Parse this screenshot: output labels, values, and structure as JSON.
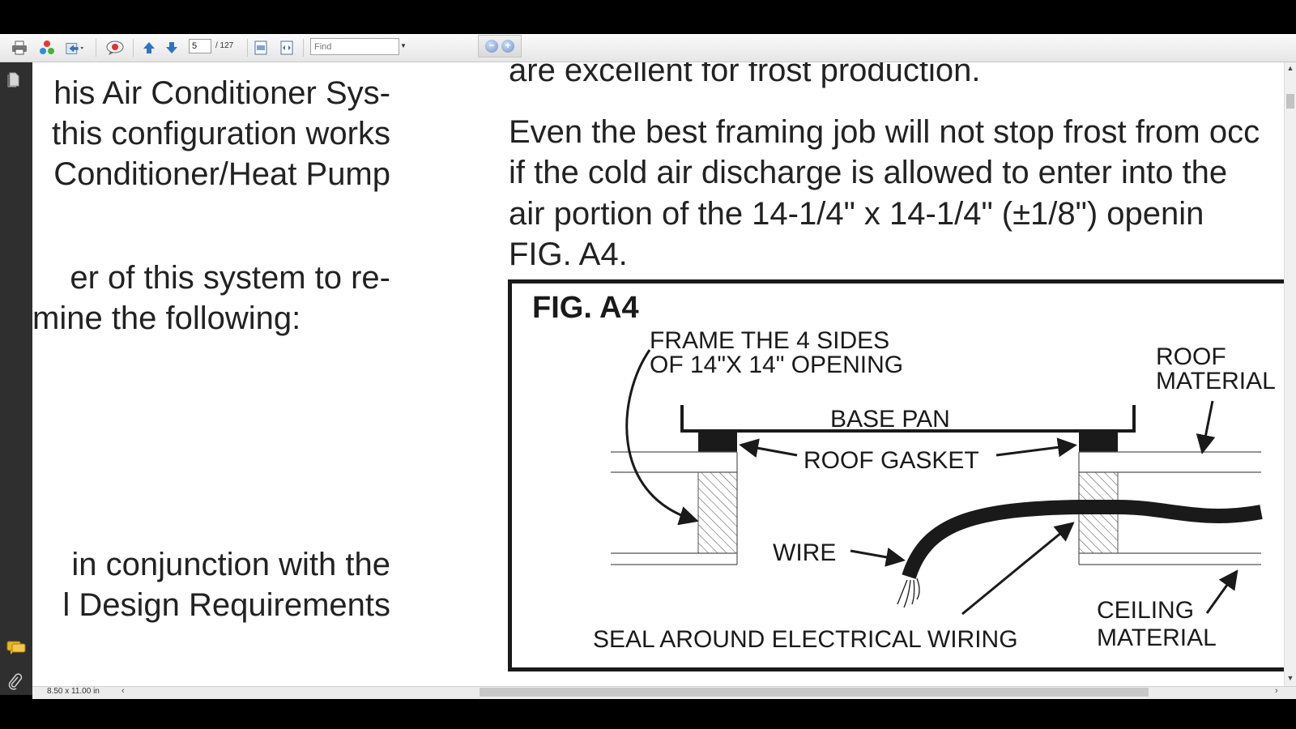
{
  "toolbar": {
    "page_current": "5",
    "page_total": "/ 127",
    "find_placeholder": "Find",
    "icons": [
      "printer-icon",
      "collaborate-icon",
      "share-icon",
      "comment-bubble-icon",
      "previous-page-icon",
      "next-page-icon",
      "fit-page-icon",
      "fit-width-icon",
      "zoom-out-icon",
      "zoom-in-icon"
    ]
  },
  "document": {
    "left_column": [
      "his Air Conditioner Sys-",
      "this configuration works",
      "Conditioner/Heat Pump",
      "er of this system to re-",
      "mine the following:",
      "in conjunction with the",
      "l Design Requirements"
    ],
    "right_column": [
      "are excellent for frost production.",
      "Even the best framing job will not stop frost from occ",
      "if the cold air discharge is allowed to enter into the",
      "air portion of the 14-1/4\" x 14-1/4\" (±1/8\") openin",
      "FIG. A4."
    ]
  },
  "figure": {
    "title": "FIG. A4",
    "frame_label_line1": "FRAME THE 4 SIDES",
    "frame_label_line2": "OF 14\"X 14\" OPENING",
    "roof_label_line1": "ROOF",
    "roof_label_line2": "MATERIAL",
    "base_pan_label": "BASE PAN",
    "roof_gasket_label": "ROOF GASKET",
    "wire_label": "WIRE",
    "ceiling_label_line1": "CEILING",
    "ceiling_label_line2": "MATERIAL",
    "seal_label": "SEAL AROUND ELECTRICAL WIRING"
  },
  "status": {
    "page_size": "8.50 x 11.00 in"
  },
  "colors": {
    "toolbar_bg": "#eeeeee",
    "nav_strip": "#2f2f2f",
    "ink": "#1a1a1a"
  }
}
